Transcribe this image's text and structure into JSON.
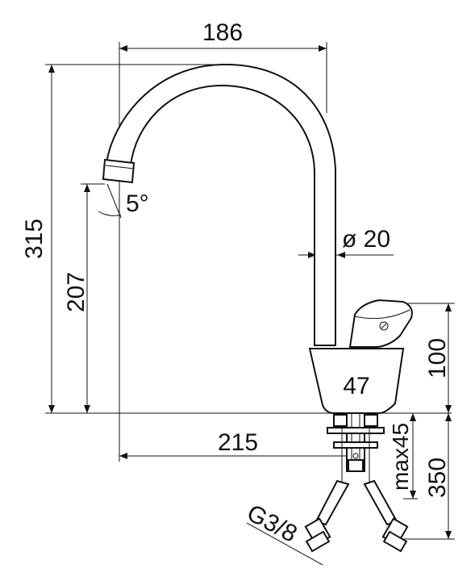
{
  "dimensions": {
    "spout_reach": "186",
    "total_height": "315",
    "outlet_height": "207",
    "angle": "5°",
    "spout_diameter": "ø 20",
    "body_height": "100",
    "base_diameter": "47",
    "base_reach": "215",
    "max_thickness": "max45",
    "hose_length": "350",
    "thread": "G3/8"
  }
}
